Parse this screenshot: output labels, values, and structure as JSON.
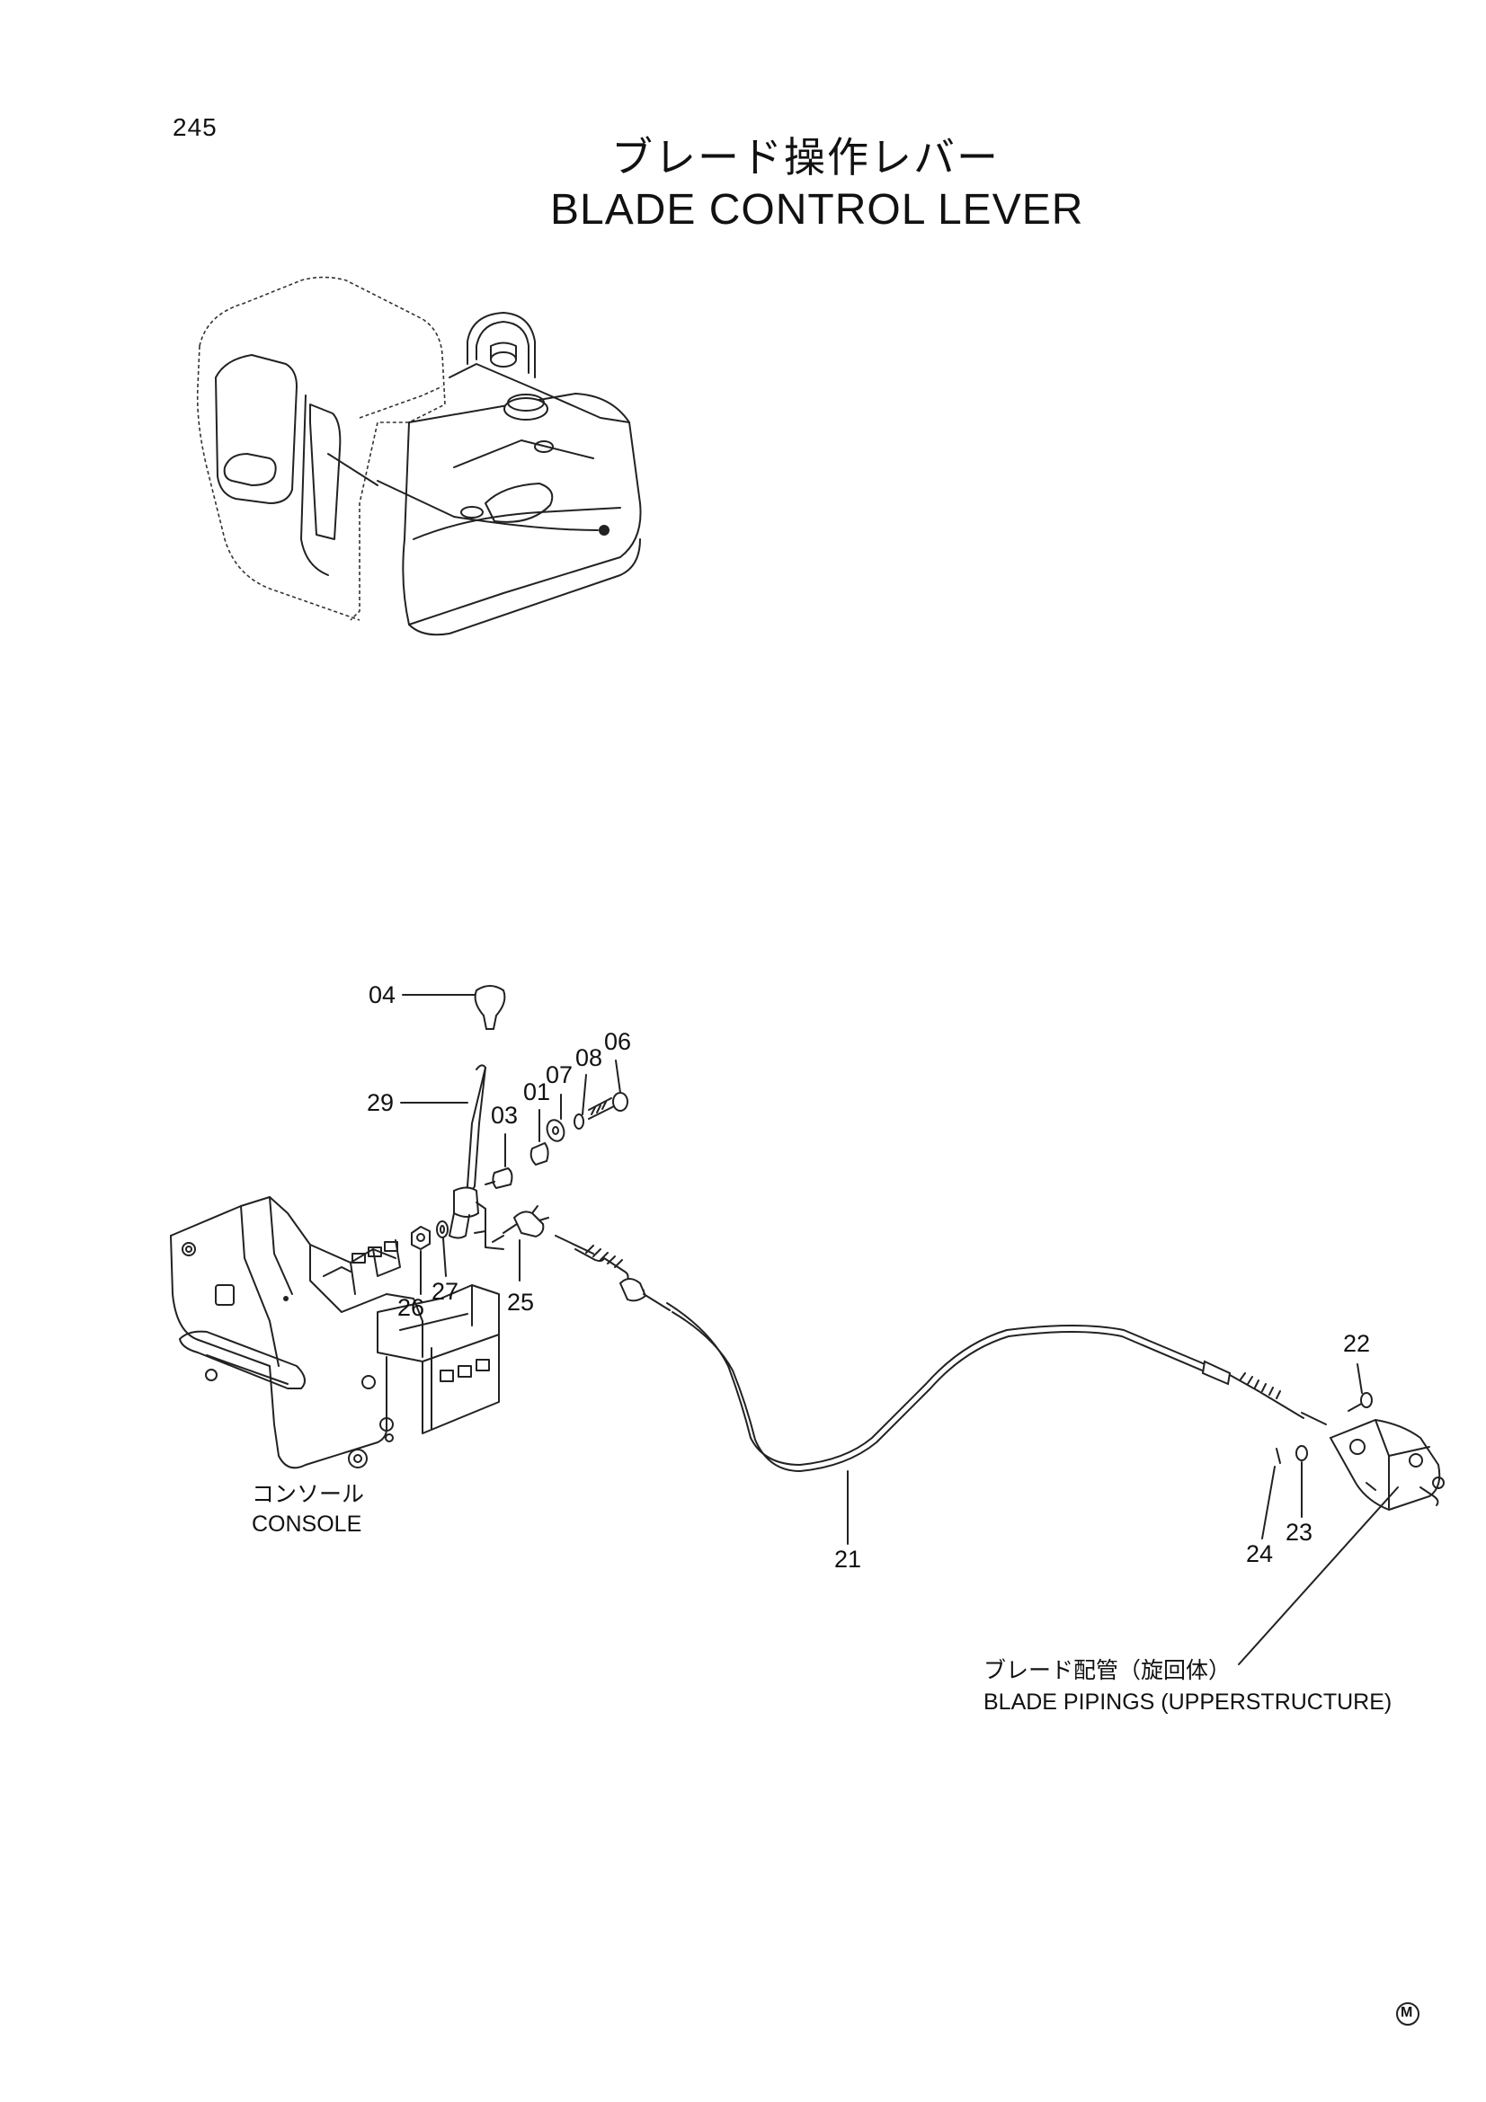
{
  "page_number": "245",
  "title_ja": "ブレード操作レバー",
  "title_en": "BLADE CONTROL LEVER",
  "part_labels": {
    "p04": "04",
    "p29": "29",
    "p03": "03",
    "p01": "01",
    "p07": "07",
    "p08": "08",
    "p06": "06",
    "p26": "26",
    "p27": "27",
    "p25": "25",
    "p21": "21",
    "p22": "22",
    "p23": "23",
    "p24": "24"
  },
  "captions": {
    "console_ja": "コンソール",
    "console_en": "CONSOLE",
    "blade_pipings_ja": "ブレード配管（旋回体）",
    "blade_pipings_en": "BLADE PIPINGS (UPPERSTRUCTURE)"
  },
  "mark": "M"
}
